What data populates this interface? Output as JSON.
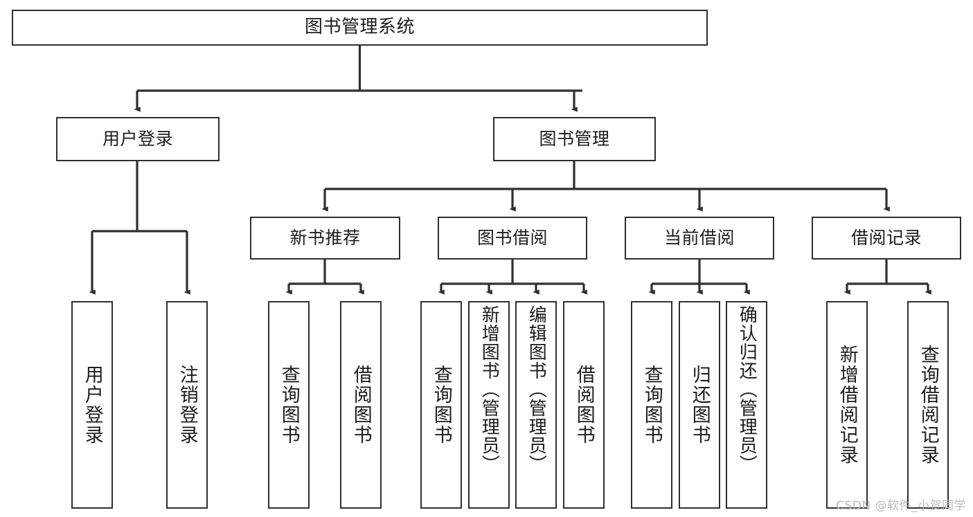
{
  "diagram": {
    "type": "tree",
    "title": "图书管理系统",
    "watermark": "CSDN @软件_小贺同学",
    "colors": {
      "box_border": "#2f2f2f",
      "box_fill": "#ffffff",
      "connector": "#2f2f2f",
      "text": "#1c1c1c",
      "background": "#ffffff",
      "watermark": "#b9b9b9"
    },
    "nodes": {
      "root": {
        "label": "图书管理系统"
      },
      "level2": [
        {
          "id": "user-login",
          "label": "用户登录"
        },
        {
          "id": "book-management",
          "label": "图书管理"
        }
      ],
      "level3": [
        {
          "id": "new-book-recommend",
          "label": "新书推荐"
        },
        {
          "id": "book-borrow",
          "label": "图书借阅"
        },
        {
          "id": "current-borrow",
          "label": "当前借阅"
        },
        {
          "id": "borrow-record",
          "label": "借阅记录"
        }
      ],
      "leaves": {
        "user-login": [
          {
            "id": "leaf-user-login",
            "label": "用户登录"
          },
          {
            "id": "leaf-logout",
            "label": "注销登录"
          }
        ],
        "new-book-recommend": [
          {
            "id": "leaf-query-book-1",
            "label": "查询图书"
          },
          {
            "id": "leaf-borrow-book-1",
            "label": "借阅图书"
          }
        ],
        "book-borrow": [
          {
            "id": "leaf-query-book-2",
            "label": "查询图书"
          },
          {
            "id": "leaf-add-book",
            "label": "新增图书（管理员）"
          },
          {
            "id": "leaf-edit-book",
            "label": "编辑图书（管理员）"
          },
          {
            "id": "leaf-borrow-book-2",
            "label": "借阅图书"
          }
        ],
        "current-borrow": [
          {
            "id": "leaf-query-book-3",
            "label": "查询图书"
          },
          {
            "id": "leaf-return-book",
            "label": "归还图书"
          },
          {
            "id": "leaf-confirm-return",
            "label": "确认归还（管理员）"
          }
        ],
        "borrow-record": [
          {
            "id": "leaf-add-record",
            "label": "新增借阅记录"
          },
          {
            "id": "leaf-query-record",
            "label": "查询借阅记录"
          }
        ]
      }
    }
  }
}
